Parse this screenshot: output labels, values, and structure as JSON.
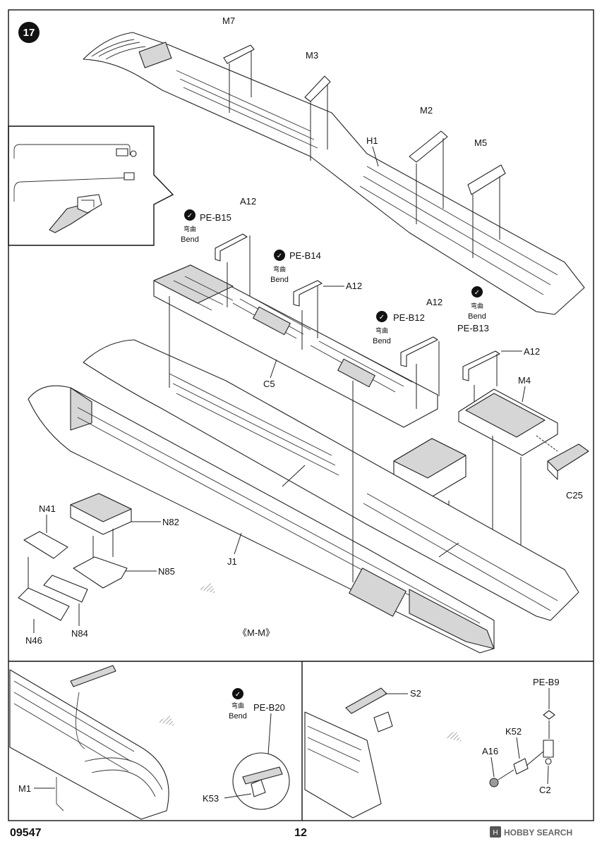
{
  "step": {
    "number": "17"
  },
  "bend_icon": {
    "glyph": "✓",
    "cn": "弯曲",
    "en": "Bend"
  },
  "labels": {
    "M7": "M7",
    "M3": "M3",
    "M2": "M2",
    "M5": "M5",
    "H1": "H1",
    "A12": "A12",
    "PE_B15": "PE-B15",
    "PE_B14": "PE-B14",
    "PE_B12": "PE-B12",
    "PE_B13": "PE-B13",
    "C5": "C5",
    "M4": "M4",
    "C25": "C25",
    "N41": "N41",
    "N82": "N82",
    "N85": "N85",
    "N46": "N46",
    "N84": "N84",
    "J1": "J1",
    "view": "《M-M》",
    "PE_B20": "PE-B20",
    "M1": "M1",
    "K53": "K53",
    "S2": "S2",
    "PE_B9": "PE-B9",
    "K52": "K52",
    "A16": "A16",
    "C2": "C2"
  },
  "footer": {
    "code": "09547",
    "page": "12",
    "watermark": "HOBBY SEARCH"
  }
}
